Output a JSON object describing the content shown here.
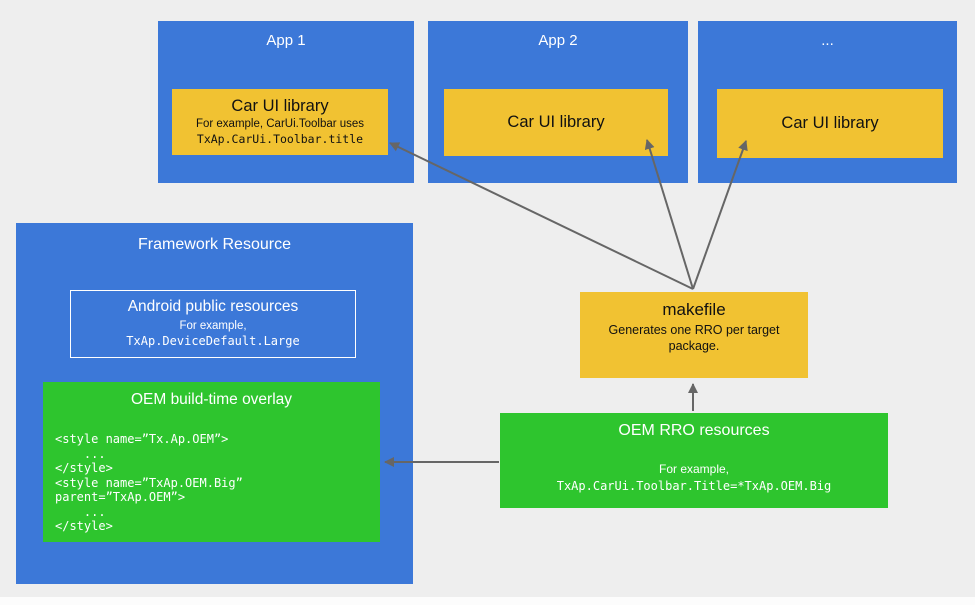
{
  "palette": {
    "blue": "#3c78d8",
    "yellow": "#f1c232",
    "green": "#2ec52e",
    "arrow_gray": "#666666",
    "background": "#eeeeee"
  },
  "apps": [
    {
      "title": "App 1",
      "library": {
        "title": "Car UI library",
        "example_text": "For example, CarUi.Toolbar uses",
        "example_code": "TxAp.CarUi.Toolbar.title"
      }
    },
    {
      "title": "App 2",
      "library": {
        "title": "Car UI library"
      }
    },
    {
      "title": "...",
      "library": {
        "title": "Car UI library"
      }
    }
  ],
  "framework": {
    "title": "Framework Resource",
    "public_resources": {
      "title": "Android public resources",
      "example_label": "For example,",
      "example_code": "TxAp.DeviceDefault.Large"
    },
    "overlay": {
      "title": "OEM build-time overlay",
      "code_lines": [
        "<style name=”Tx.Ap.OEM”>",
        "    ...",
        "</style>",
        "<style name=”TxAp.OEM.Big”",
        "parent=”TxAp.OEM”>",
        "    ...",
        "</style>"
      ]
    }
  },
  "makefile": {
    "title": "makefile",
    "description": "Generates one RRO per target package."
  },
  "rro": {
    "title": "OEM RRO resources",
    "example_label": "For example,",
    "example_code": "TxAp.CarUi.Toolbar.Title=*TxAp.OEM.Big"
  }
}
